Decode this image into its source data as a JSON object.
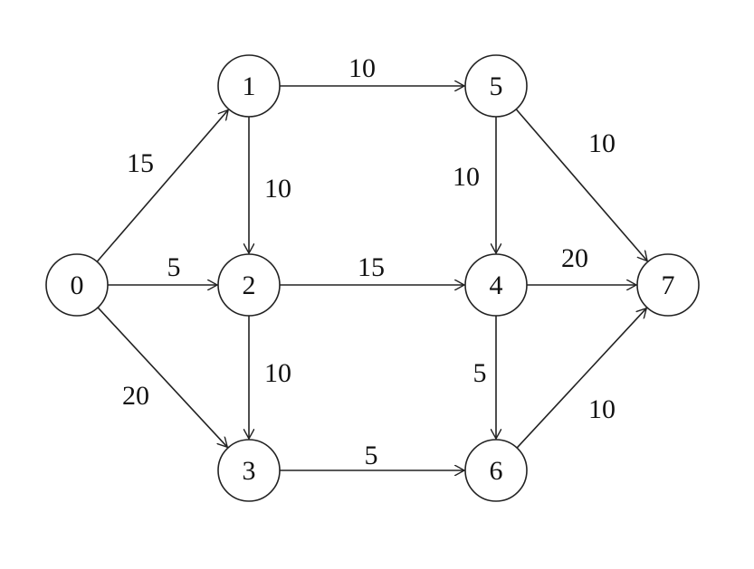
{
  "graph": {
    "directed": true,
    "nodes": [
      "0",
      "1",
      "2",
      "3",
      "4",
      "5",
      "6",
      "7"
    ],
    "edges": [
      {
        "from": "0",
        "to": "1",
        "weight": "15"
      },
      {
        "from": "0",
        "to": "2",
        "weight": "5"
      },
      {
        "from": "0",
        "to": "3",
        "weight": "20"
      },
      {
        "from": "1",
        "to": "5",
        "weight": "10"
      },
      {
        "from": "1",
        "to": "2",
        "weight": "10"
      },
      {
        "from": "2",
        "to": "4",
        "weight": "15"
      },
      {
        "from": "2",
        "to": "3",
        "weight": "10"
      },
      {
        "from": "3",
        "to": "6",
        "weight": "5"
      },
      {
        "from": "5",
        "to": "4",
        "weight": "10"
      },
      {
        "from": "5",
        "to": "7",
        "weight": "10"
      },
      {
        "from": "4",
        "to": "7",
        "weight": "20"
      },
      {
        "from": "4",
        "to": "6",
        "weight": "5"
      },
      {
        "from": "6",
        "to": "7",
        "weight": "10"
      }
    ],
    "colors": {
      "stroke": "#222222",
      "fill": "#ffffff"
    }
  }
}
